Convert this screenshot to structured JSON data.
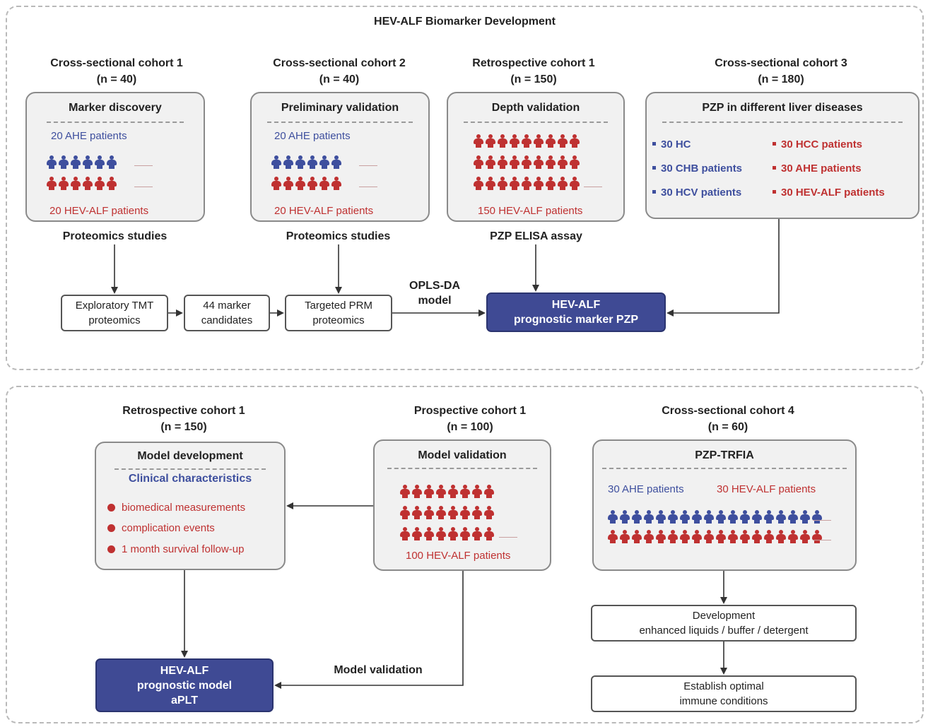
{
  "colors": {
    "blue": "#3e4f9e",
    "red": "#bf3131",
    "dark_box": "#3f4a94"
  },
  "top": {
    "title": "HEV-ALF Biomarker Development",
    "cohorts": [
      {
        "name": "Cross-sectional cohort 1",
        "n": "(n = 40)",
        "card_title": "Marker discovery",
        "label_top": "20 AHE patients",
        "label_bottom": "20 HEV-ALF patients",
        "blue_count": 6,
        "red_count": 6
      },
      {
        "name": "Cross-sectional cohort 2",
        "n": "(n = 40)",
        "card_title": "Preliminary validation",
        "label_top": "20 AHE patients",
        "label_bottom": "20 HEV-ALF patients",
        "blue_count": 6,
        "red_count": 6
      },
      {
        "name": "Retrospective cohort 1",
        "n": "(n = 150)",
        "card_title": "Depth validation",
        "label_bottom": "150 HEV-ALF patients",
        "red_count": 27
      },
      {
        "name": "Cross-sectional cohort 3",
        "n": "(n = 180)",
        "card_title": "PZP in different liver diseases",
        "groups_left": [
          "30 HC",
          "30 CHB patients",
          "30 HCV patients"
        ],
        "groups_right": [
          "30 HCC patients",
          "30 AHE patients",
          "30 HEV-ALF patients"
        ]
      }
    ],
    "steps": {
      "proteomics_1": "Proteomics studies",
      "proteomics_2": "Proteomics studies",
      "elisa": "PZP ELISA assay"
    },
    "flow": {
      "box1": "Exploratory TMT proteomics",
      "box2": "44 marker candidates",
      "box3": "Targeted PRM proteomics",
      "opls_line1": "OPLS-DA",
      "opls_line2": "model",
      "result_line1": "HEV-ALF",
      "result_line2": "prognostic marker PZP"
    }
  },
  "bottom": {
    "cohorts": [
      {
        "name": "Retrospective cohort 1",
        "n": "(n = 150)",
        "card_title": "Model development",
        "subtitle": "Clinical characteristics",
        "items": [
          "biomedical measurements",
          "complication events",
          "1 month survival follow-up"
        ]
      },
      {
        "name": "Prospective cohort 1",
        "n": "(n = 100)",
        "card_title": "Model validation",
        "label_bottom": "100 HEV-ALF patients",
        "red_count": 24
      },
      {
        "name": "Cross-sectional cohort 4",
        "n": "(n = 60)",
        "card_title": "PZP-TRFIA",
        "label_left": "30 AHE patients",
        "label_right": "30 HEV-ALF patients",
        "blue_count": 18,
        "red_count": 18
      }
    ],
    "model": {
      "line1": "HEV-ALF",
      "line2": "prognostic model",
      "line3": "aPLT"
    },
    "validation_label": "Model validation",
    "dev_box": {
      "line1": "Development",
      "line2": "enhanced liquids / buffer / detergent"
    },
    "establish_box": {
      "line1": "Establish optimal",
      "line2": "immune conditions"
    }
  }
}
